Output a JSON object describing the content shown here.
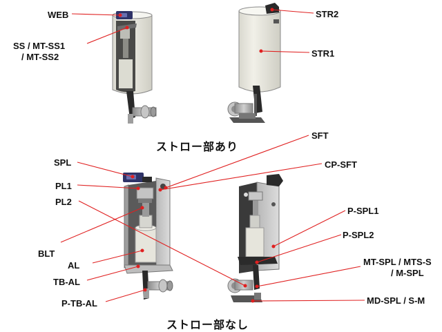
{
  "captions": {
    "with_straw": "ストロー部あり",
    "without_straw": "ストロー部なし"
  },
  "labels": {
    "web": "WEB",
    "ss_line1": "SS / MT-SS1",
    "ss_line2": "/ MT-SS2",
    "str2": "STR2",
    "str1": "STR1",
    "sft": "SFT",
    "cp_sft": "CP-SFT",
    "spl": "SPL",
    "pl1": "PL1",
    "pl2": "PL2",
    "blt": "BLT",
    "al": "AL",
    "tb_al": "TB-AL",
    "p_tb_al": "P-TB-AL",
    "p_spl1": "P-SPL1",
    "p_spl2": "P-SPL2",
    "mt_spl_line1": "MT-SPL / MTS-S",
    "mt_spl_line2": "/ M-SPL",
    "md_spl": "MD-SPL / S-M"
  },
  "colors": {
    "leader": "#e02020",
    "label_text": "#111111",
    "cylinder_fill": "#ecebe3",
    "bracket_fill": "#c9c9c9",
    "metal": "#a8a8a8",
    "dark_part": "#2a2a2a",
    "blue_part": "#3a3f7a"
  }
}
